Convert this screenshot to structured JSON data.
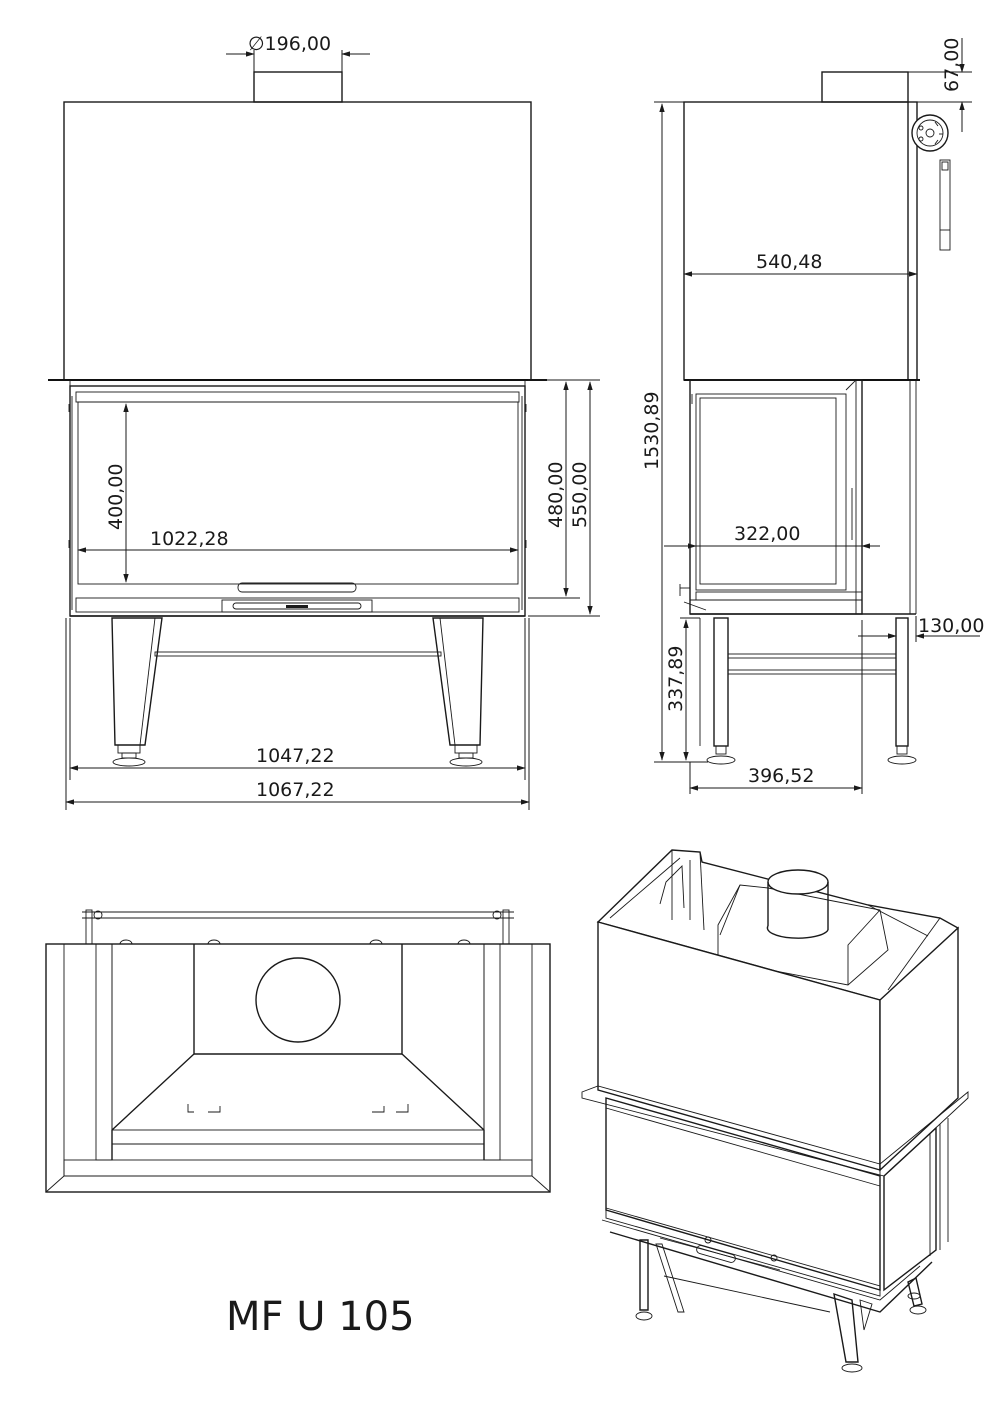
{
  "model_title": "MF U 105",
  "front_view": {
    "flue_diameter": "∅196,00",
    "opening_width": "1022,28",
    "opening_height": "400,00",
    "door_height": "480,00",
    "body_height": "550,00",
    "width_inner": "1047,22",
    "width_outer": "1067,22"
  },
  "side_view": {
    "top_offset": "67,00",
    "hood_depth": "540,48",
    "total_height": "1530,89",
    "opening_depth": "322,00",
    "side_offset": "130,00",
    "leg_height": "337,89",
    "leg_span": "396,52"
  },
  "icons": {
    "flue_collar": "flue-collar-icon",
    "damper_handle": "damper-handle-icon"
  }
}
